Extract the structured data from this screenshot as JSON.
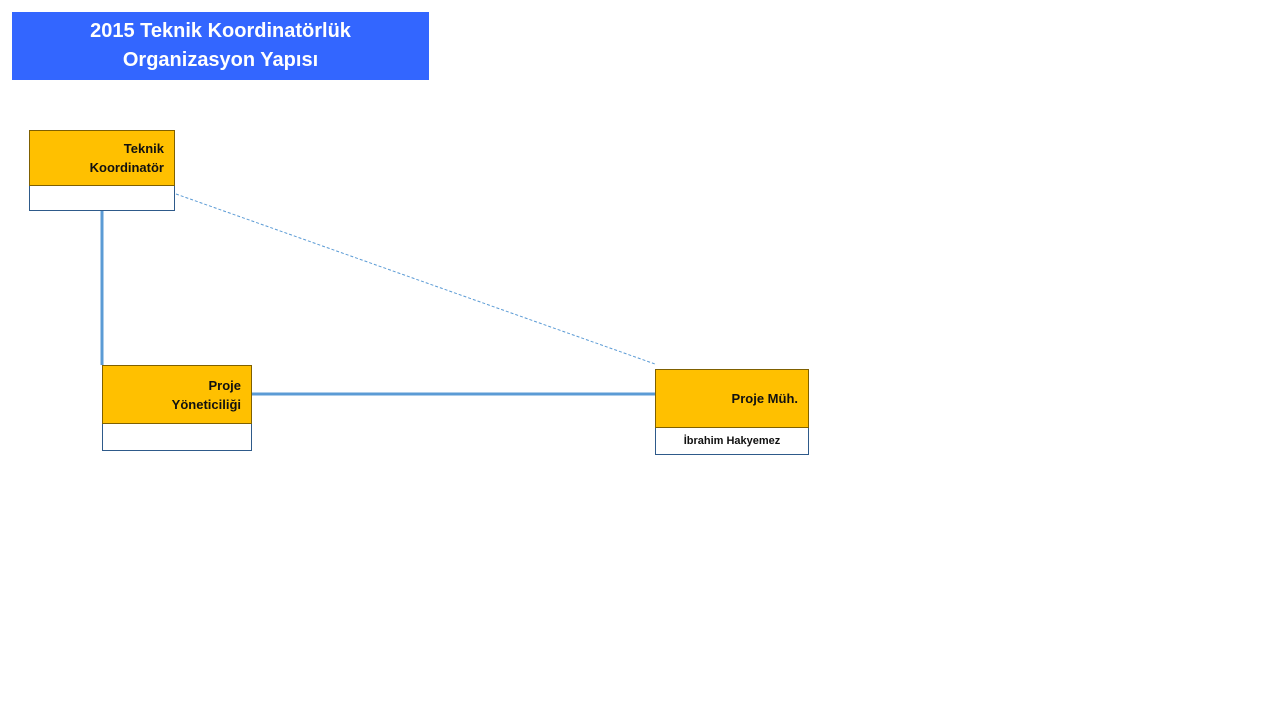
{
  "title": {
    "line1": "2015 Teknik Koordinatörlük",
    "line2": "Organizasyon Yapısı"
  },
  "nodes": {
    "technical_coordinator": {
      "title_line1": "Teknik",
      "title_line2": "Koordinatör",
      "person": ""
    },
    "project_management": {
      "title_line1": "Proje",
      "title_line2": "Yöneticiliği",
      "person": ""
    },
    "project_engineer": {
      "title": "Proje Müh.",
      "person": "İbrahim Hakyemez"
    }
  },
  "colors": {
    "title_bg": "#3366ff",
    "node_fill": "#ffc000",
    "connector": "#5b9bd5"
  }
}
